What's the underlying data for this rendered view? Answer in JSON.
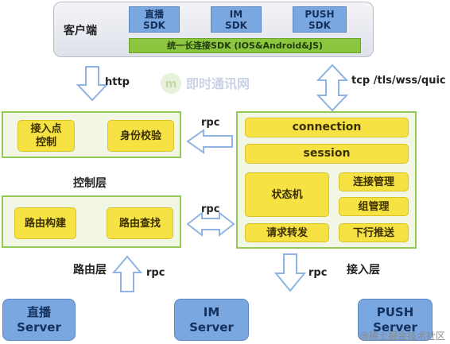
{
  "client": {
    "title": "客户端",
    "sdks": [
      {
        "line1": "直播",
        "line2": "SDK"
      },
      {
        "line1": "IM",
        "line2": "SDK"
      },
      {
        "line1": "PUSH",
        "line2": "SDK"
      }
    ],
    "connection_bar": "统一长连接SDK (IOS&Android&JS)"
  },
  "arrows": {
    "http": "http",
    "tcp": "tcp /tls/wss/quic",
    "rpc_control": "rpc",
    "rpc_route": "rpc",
    "rpc_route_up": "rpc",
    "rpc_access_down": "rpc"
  },
  "control_layer": {
    "label": "控制层",
    "items": [
      {
        "line1": "接入点",
        "line2": "控制"
      },
      {
        "line1": "身份校验",
        "line2": ""
      }
    ]
  },
  "route_layer": {
    "label": "路由层",
    "items": [
      "路由构建",
      "路由查找"
    ]
  },
  "access_layer": {
    "label": "接入层",
    "connection": "connection",
    "session": "session",
    "state_machine": "状态机",
    "connection_mgmt": "连接管理",
    "group_mgmt": "组管理",
    "request_forward": "请求转发",
    "downlink_push": "下行推送"
  },
  "servers": [
    {
      "line1": "直播",
      "line2": "Server"
    },
    {
      "line1": "IM",
      "line2": "Server"
    },
    {
      "line1": "PUSH",
      "line2": "Server"
    }
  ],
  "watermark": {
    "logo_text": "即时通讯网",
    "corner_text": "@稀土掘金技术社区"
  },
  "colors": {
    "sdk_blue": "#7aa7e0",
    "green_bar": "#8cc63f",
    "panel_border": "#92c957",
    "box_yellow": "#f7e243",
    "arrow_blue": "#8fb4e3"
  }
}
